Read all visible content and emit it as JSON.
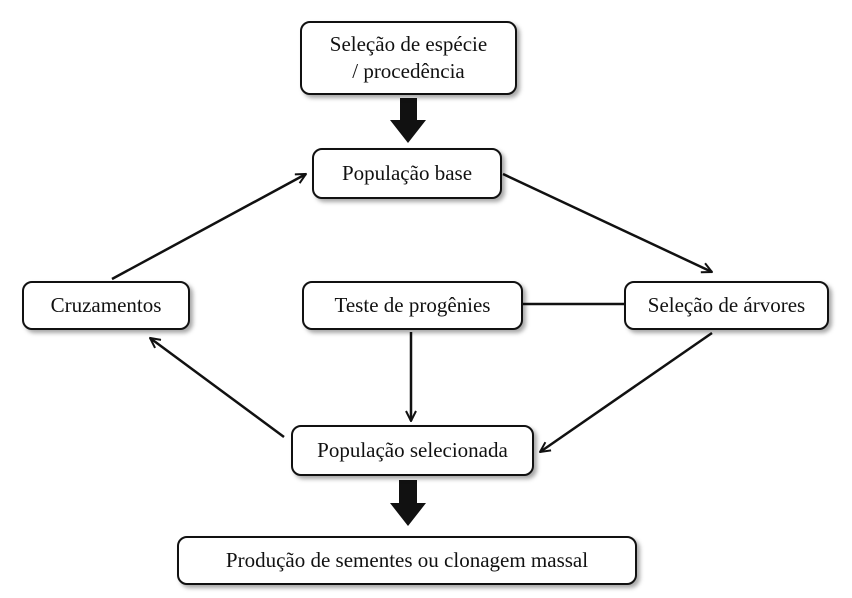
{
  "diagram": {
    "nodes": {
      "selecao_especie": {
        "line1": "Seleção de espécie",
        "line2": "/ procedência"
      },
      "populacao_base": "População base",
      "cruzamentos": "Cruzamentos",
      "teste_progenies": "Teste de progênies",
      "selecao_arvores": "Seleção de árvores",
      "populacao_selecionada": "População selecionada",
      "producao": "Produção de sementes ou clonagem massal"
    },
    "edges": [
      {
        "from": "selecao_especie",
        "to": "populacao_base",
        "style": "thick-arrow"
      },
      {
        "from": "populacao_base",
        "to": "selecao_arvores",
        "style": "arrow"
      },
      {
        "from": "teste_progenies",
        "to": "selecao_arvores",
        "style": "line"
      },
      {
        "from": "teste_progenies",
        "to": "populacao_selecionada",
        "style": "arrow"
      },
      {
        "from": "selecao_arvores",
        "to": "populacao_selecionada",
        "style": "arrow"
      },
      {
        "from": "populacao_selecionada",
        "to": "cruzamentos",
        "style": "arrow"
      },
      {
        "from": "cruzamentos",
        "to": "populacao_base",
        "style": "arrow"
      },
      {
        "from": "populacao_selecionada",
        "to": "producao",
        "style": "thick-arrow"
      }
    ],
    "colors": {
      "stroke": "#111111",
      "fill": "#ffffff"
    }
  }
}
